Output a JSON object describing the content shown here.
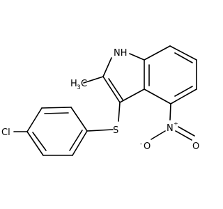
{
  "molecule": {
    "atoms": {
      "nh": "NH",
      "methyl": "H",
      "methyl_sub": "3",
      "methyl_c": "C",
      "s": "S",
      "cl": "Cl",
      "n_nitro": "N",
      "n_charge": "+",
      "o_double": "O",
      "o_single": "O",
      "o_charge": "-"
    }
  }
}
